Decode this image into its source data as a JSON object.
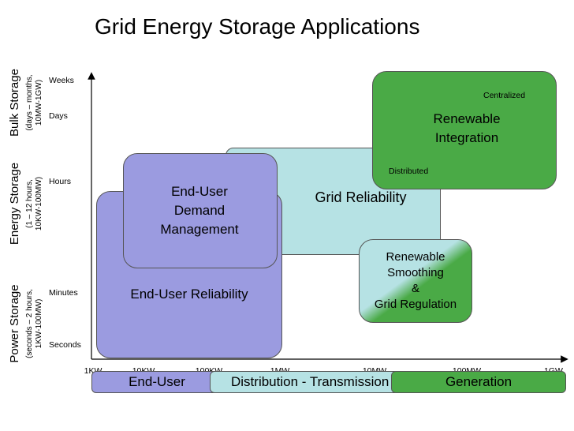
{
  "title": "Grid Energy Storage Applications",
  "y_groups": [
    {
      "main": "Bulk  Storage",
      "sub1": "(days – months,",
      "sub2": "10MW-1GW)"
    },
    {
      "main": "Energy Storage",
      "sub1": "(1 – 12 hours,",
      "sub2": "10KW-100MW)"
    },
    {
      "main": "Power Storage",
      "sub1": "(seconds – 2 hours,",
      "sub2": "1KW-100MW)"
    }
  ],
  "y_ticks": [
    "Weeks",
    "Days",
    "Hours",
    "Minutes",
    "Seconds"
  ],
  "x_ticks": [
    "1KW",
    "10KW",
    "100KW",
    "1MW",
    "10MW",
    "100MW",
    "1GW"
  ],
  "boxes": {
    "grid_reliability": "Grid Reliability",
    "end_user_reliability": "End-User Reliability",
    "end_user_demand": "End-User\nDemand\nManagement",
    "renewable_integration": "Renewable\nIntegration",
    "centralized": "Centralized",
    "distributed": "Distributed",
    "renewable_smoothing": "Renewable\nSmoothing\n&\nGrid Regulation"
  },
  "bottom_bar": {
    "end_user": "End-User",
    "distribution": "Distribution - Transmission",
    "generation": "Generation"
  },
  "colors": {
    "purple": "#9b9be0",
    "light_teal": "#b6e2e4",
    "green": "#4aaa46",
    "border": "#555555"
  }
}
